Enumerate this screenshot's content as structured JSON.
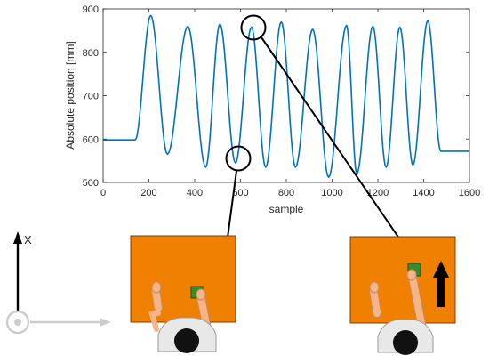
{
  "chart_data": {
    "type": "line",
    "xlabel": "sample",
    "ylabel": "Absolute position [mm]",
    "xlim": [
      0,
      1600
    ],
    "ylim": [
      500,
      900
    ],
    "x_ticks": [
      0,
      200,
      400,
      600,
      800,
      1000,
      1200,
      1400,
      1600
    ],
    "y_ticks": [
      500,
      600,
      700,
      800,
      900
    ],
    "grid": false,
    "series": [
      {
        "color": "#0072bd",
        "points": [
          [
            0,
            598
          ],
          [
            140,
            598
          ],
          [
            208,
            885
          ],
          [
            281,
            565
          ],
          [
            370,
            860
          ],
          [
            448,
            535
          ],
          [
            510,
            865
          ],
          [
            578,
            545
          ],
          [
            648,
            858
          ],
          [
            710,
            535
          ],
          [
            778,
            870
          ],
          [
            840,
            535
          ],
          [
            915,
            853
          ],
          [
            985,
            512
          ],
          [
            1063,
            862
          ],
          [
            1108,
            520
          ],
          [
            1178,
            860
          ],
          [
            1236,
            535
          ],
          [
            1296,
            858
          ],
          [
            1353,
            540
          ],
          [
            1418,
            873
          ],
          [
            1475,
            572
          ],
          [
            1600,
            572
          ]
        ]
      }
    ]
  },
  "axis_indicator": {
    "label": "X"
  },
  "colors": {
    "table": "#f08000",
    "table_border": "#7a3e00",
    "object": "#3a8a28",
    "arm": "#f5b588",
    "shirt": "#e8e8e8",
    "head": "#111111",
    "axis_gray": "#cccccc"
  }
}
